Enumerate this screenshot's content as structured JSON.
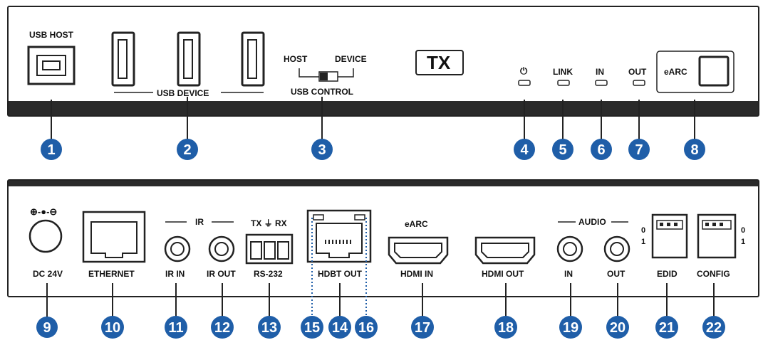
{
  "front_panel": {
    "usb_host": "USB HOST",
    "usb_device": "USB DEVICE",
    "host": "HOST",
    "device": "DEVICE",
    "usb_control": "USB CONTROL",
    "tx": "TX",
    "power_symbol": "⏻",
    "link": "LINK",
    "in": "IN",
    "out": "OUT",
    "earc": "eARC"
  },
  "rear_panel": {
    "dc_polarity": "⊕-●-⊖",
    "dc_24v": "DC 24V",
    "ethernet": "ETHERNET",
    "ir": "IR",
    "ir_in": "IR IN",
    "ir_out": "IR OUT",
    "rs232_top": "TX ⏚ RX",
    "rs232": "RS-232",
    "hdbt_out": "HDBT OUT",
    "earc": "eARC",
    "hdmi_in": "HDMI IN",
    "hdmi_out": "HDMI OUT",
    "audio": "AUDIO",
    "audio_in": "IN",
    "audio_out": "OUT",
    "edid": "EDID",
    "config": "CONFIG",
    "sw0": "0",
    "sw1": "1"
  },
  "callouts": [
    "1",
    "2",
    "3",
    "4",
    "5",
    "6",
    "7",
    "8",
    "9",
    "10",
    "11",
    "12",
    "13",
    "14",
    "15",
    "16",
    "17",
    "18",
    "19",
    "20",
    "21",
    "22"
  ],
  "colors": {
    "badge": "#1f5ea8",
    "frame": "#222222"
  }
}
